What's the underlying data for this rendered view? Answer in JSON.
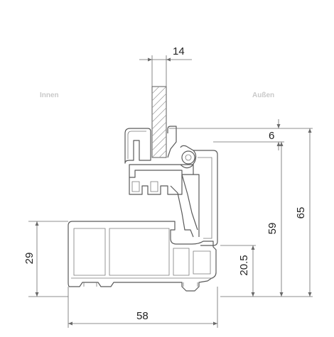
{
  "labels": {
    "inside": "Innen",
    "outside": "Außen"
  },
  "dimensions": {
    "glass_thickness": "14",
    "top_offset": "6",
    "frame_height_total": "65",
    "sash_height": "59",
    "frame_height": "29",
    "sill_height": "20.5",
    "frame_width": "58"
  },
  "colors": {
    "line": "#5a5a5a",
    "side_label": "#c9c9c9",
    "text": "#222222"
  }
}
